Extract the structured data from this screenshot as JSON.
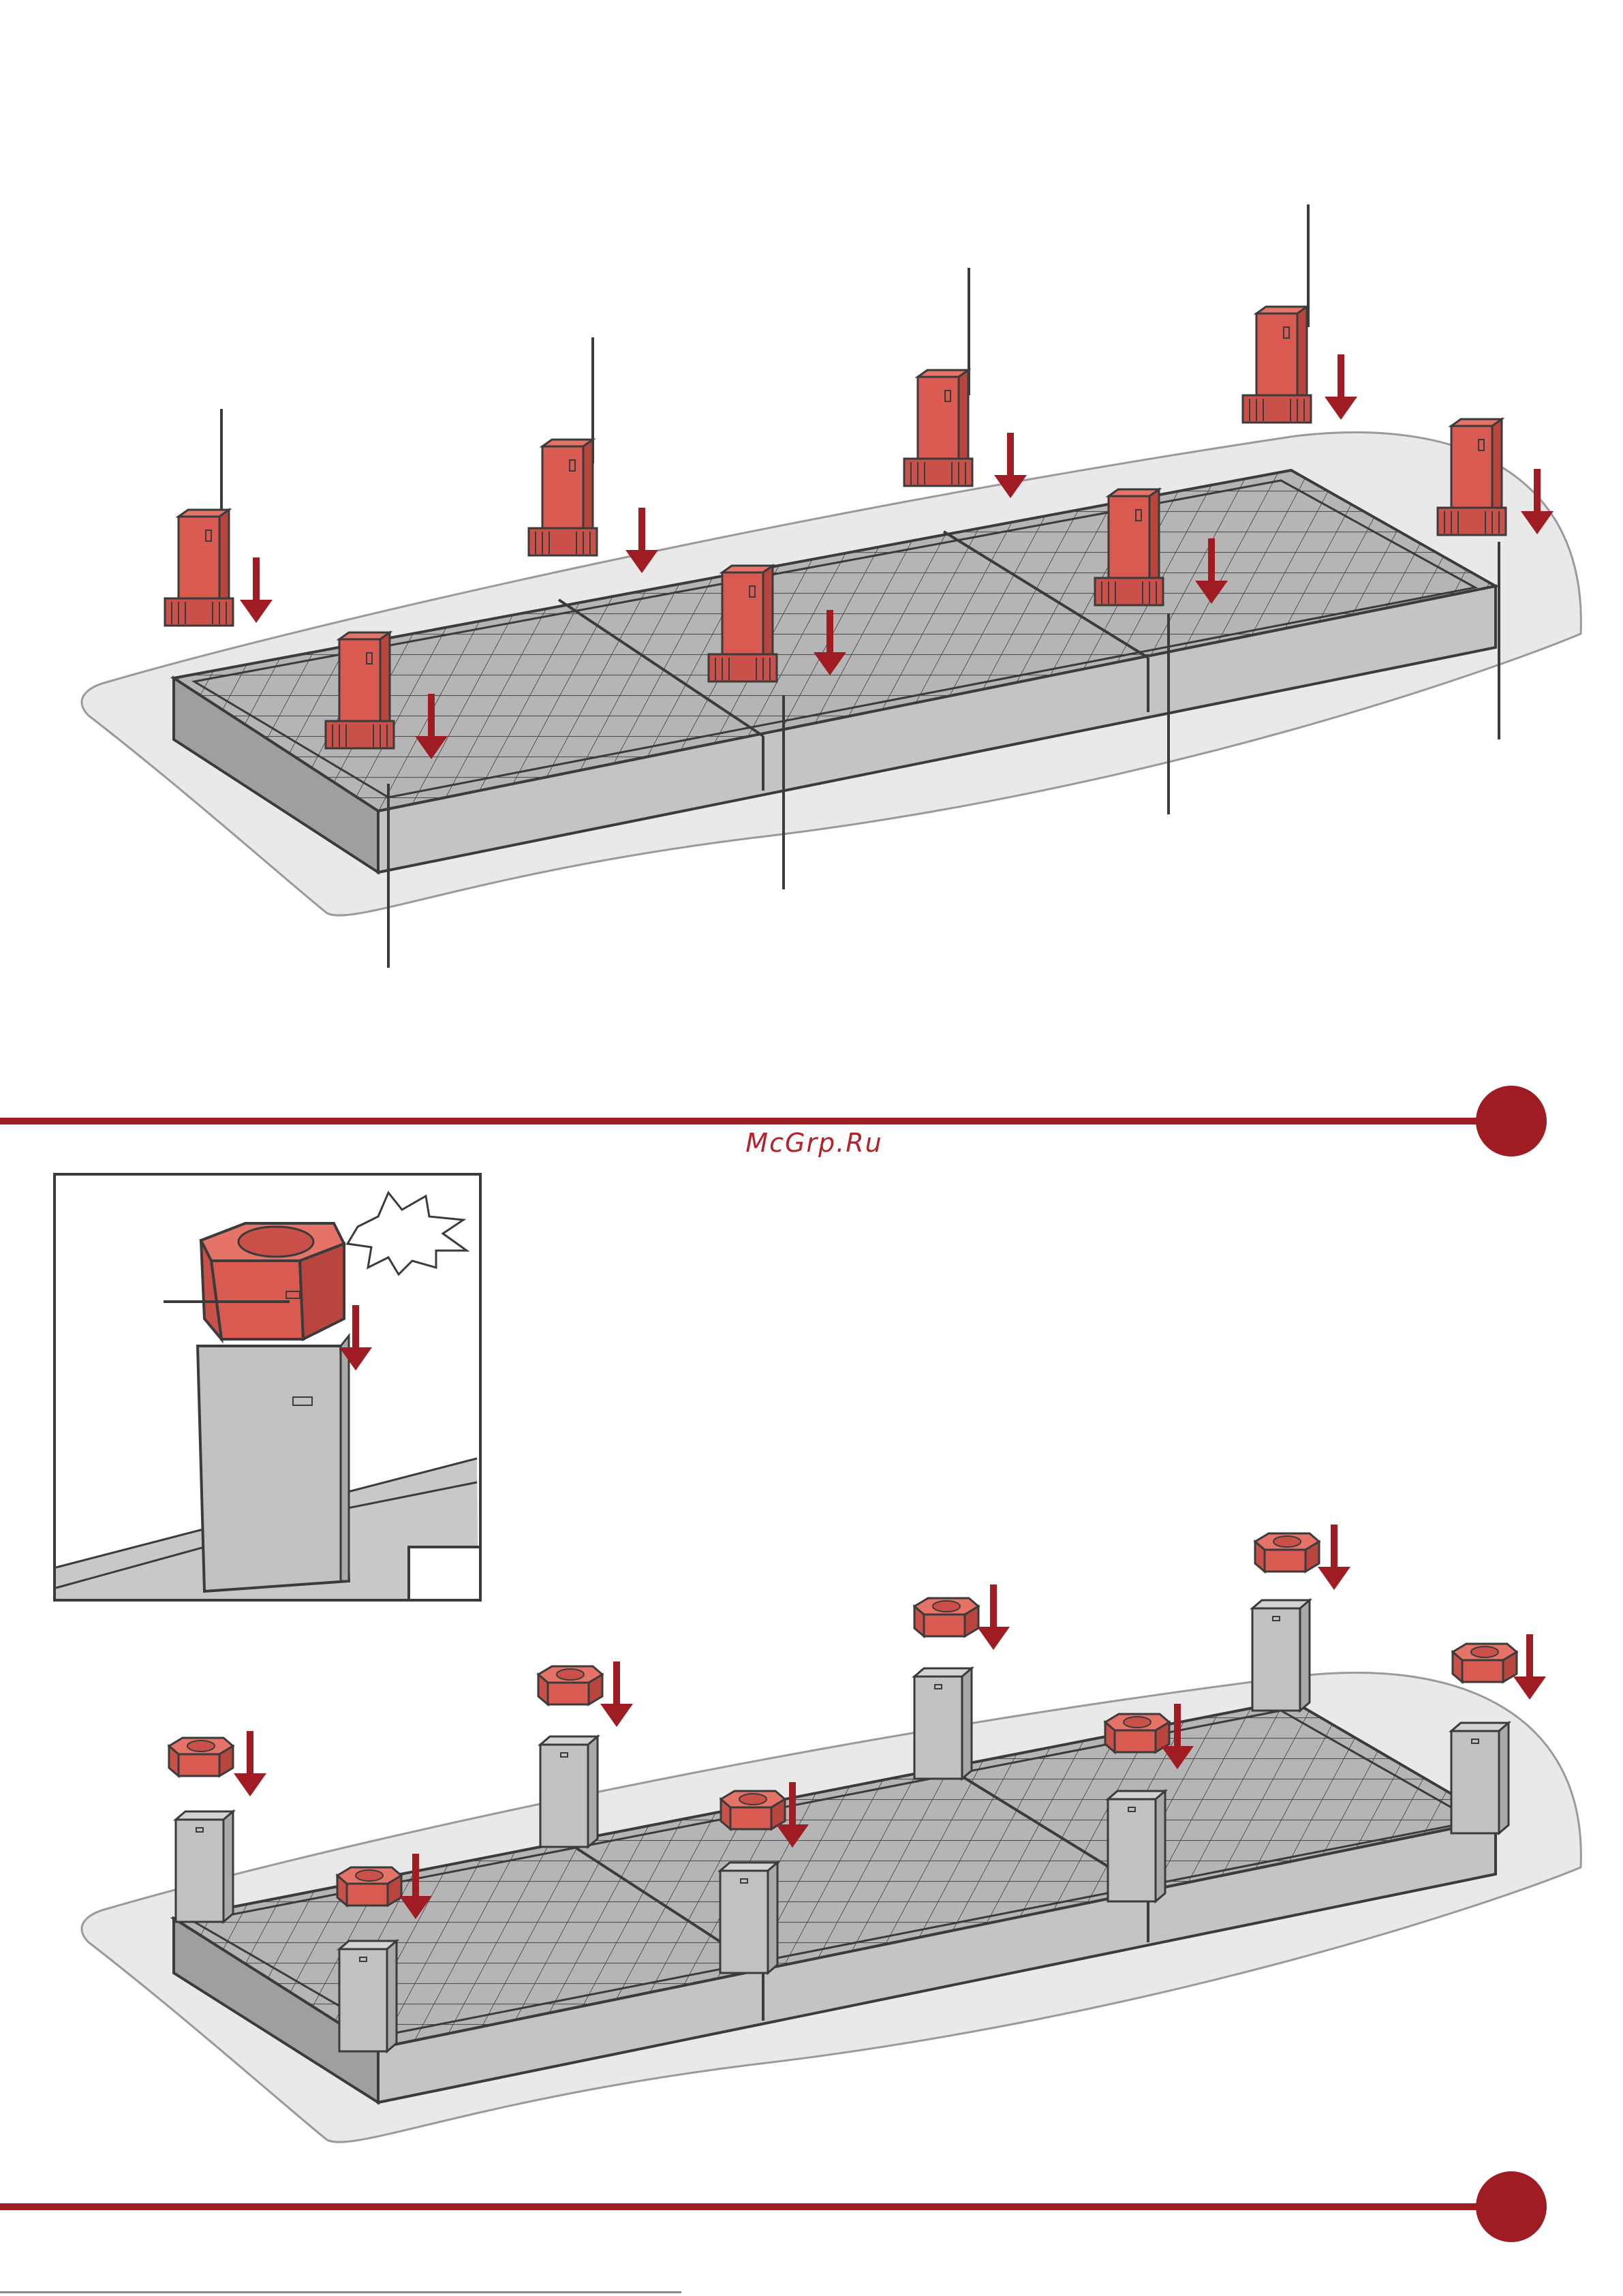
{
  "page": {
    "watermark": "McGrp.Ru",
    "accent_color": "#9e1c22",
    "part_color": "#d85a50",
    "platform_color": "#b8b8b8",
    "shadow_color": "#e9e9ea"
  },
  "steps": [
    {
      "id": "step-upper",
      "description_icon": "leg-insert-diagram"
    },
    {
      "id": "step-lower",
      "description_icon": "cap-press-diagram"
    }
  ]
}
